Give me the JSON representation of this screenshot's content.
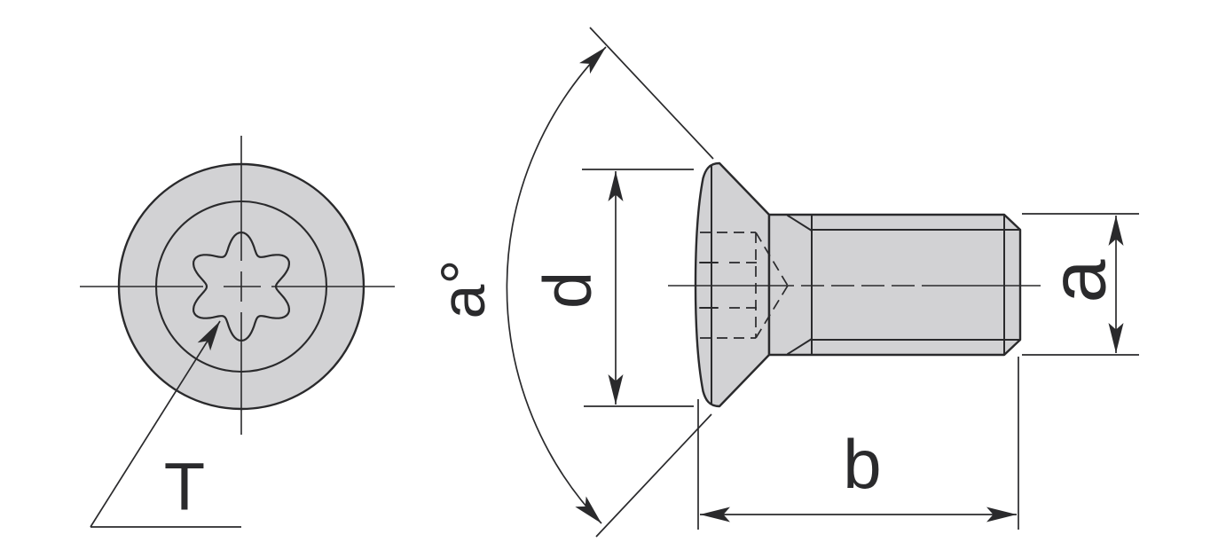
{
  "drawing": {
    "labels": {
      "torx_drive": "T",
      "countersink_angle": "a°",
      "head_diameter": "d",
      "shank_diameter": "a",
      "shank_length": "b"
    },
    "colors": {
      "part_fill": "#d2d2d4",
      "line": "#2a2a2c",
      "background": "#ffffff"
    },
    "torx_lobe_count": 6
  }
}
